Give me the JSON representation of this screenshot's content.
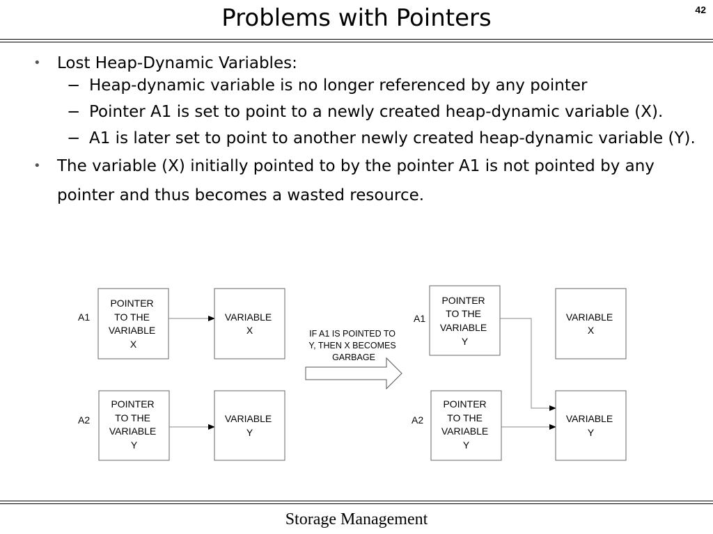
{
  "slide": {
    "title": "Problems with Pointers",
    "number": "42",
    "footer": "Storage Management"
  },
  "bullets": [
    {
      "text": "Lost Heap-Dynamic Variables:",
      "subs": [
        {
          "dash": "−",
          "text": "Heap-dynamic variable is no longer referenced by any pointer"
        },
        {
          "dash": "−",
          "text": "Pointer A1 is set to point to a newly created heap-dynamic variable (X)."
        },
        {
          "dash": "−",
          "text": "A1 is later set to point to another newly created heap-dynamic variable (Y)."
        }
      ]
    },
    {
      "text": "The variable (X) initially pointed to by the pointer A1 is not pointed by any pointer and thus becomes a wasted resource."
    }
  ],
  "bullet_glyph": "•",
  "diagram": {
    "left": {
      "a1_label": "A1",
      "a2_label": "A2",
      "box_ptr_a1": [
        "POINTER",
        "TO THE",
        "VARIABLE",
        "X"
      ],
      "box_var_x": [
        "VARIABLE",
        "X"
      ],
      "box_ptr_a2": [
        "POINTER",
        "TO THE",
        "VARIABLE",
        "Y"
      ],
      "box_var_y": [
        "VARIABLE",
        "Y"
      ]
    },
    "transition": [
      "IF A1 IS POINTED TO",
      "Y, THEN X BECOMES",
      "GARBAGE"
    ],
    "right": {
      "a1_label": "A1",
      "a2_label": "A2",
      "box_ptr_a1": [
        "POINTER",
        "TO THE",
        "VARIABLE",
        "Y"
      ],
      "box_var_x": [
        "VARIABLE",
        "X"
      ],
      "box_ptr_a2": [
        "POINTER",
        "TO THE",
        "VARIABLE",
        "Y"
      ],
      "box_var_y": [
        "VARIABLE",
        "Y"
      ]
    }
  }
}
